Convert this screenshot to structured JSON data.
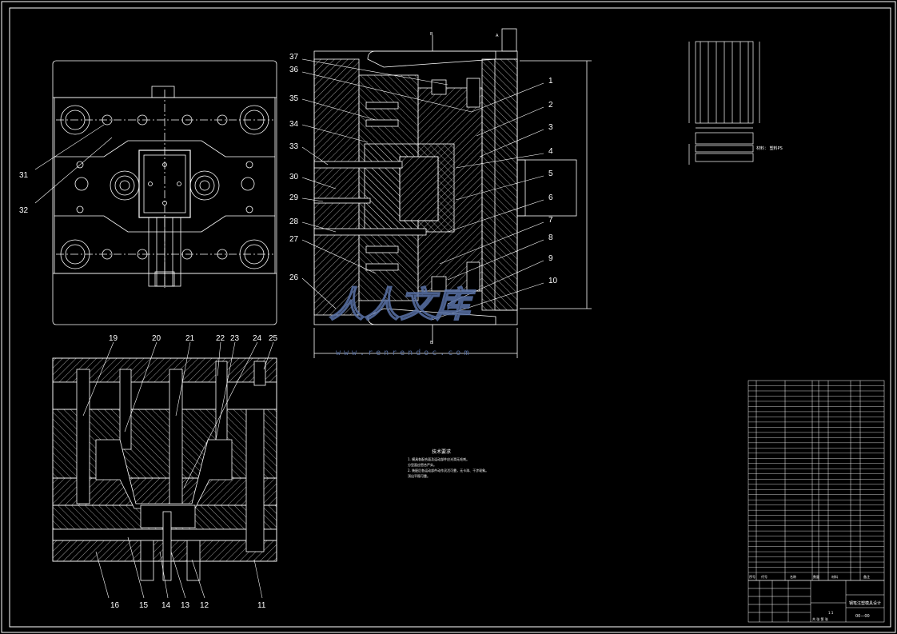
{
  "drawing": {
    "watermark": {
      "brand": "人人文库",
      "url": "www.renrendoc.com"
    },
    "section_marks": {
      "a_label": "A",
      "b_label": "B"
    },
    "callouts_right": [
      "1",
      "2",
      "3",
      "4",
      "5",
      "6",
      "7",
      "8",
      "9",
      "10"
    ],
    "callouts_left_section": [
      "37",
      "36",
      "35",
      "34",
      "33",
      "30",
      "29",
      "28",
      "27",
      "26"
    ],
    "callouts_bottom": [
      "19",
      "20",
      "21",
      "22",
      "23",
      "24",
      "25"
    ],
    "callouts_footer": [
      "16",
      "15",
      "14",
      "13",
      "12",
      "11"
    ],
    "callouts_plan": [
      "31",
      "32"
    ],
    "product_note": "材料： 塑料PS",
    "tech_requirements": {
      "title": "技术要求",
      "lines": [
        "1. 模具各配合面及运动部件应光滑无毛刺。",
        "   分型面应密合严实。",
        "2. 装配后各运动部件动作灵活可靠，无卡滞、干涉现象。",
        "   顶出平稳可靠。"
      ]
    },
    "title_block": {
      "drawing_title": "钢笔注塑模具设计",
      "drawing_no": "00—00",
      "scale": "1:1",
      "sheet": "共 张 第 张"
    },
    "bom_header": [
      "序号",
      "代号",
      "名称",
      "数量",
      "材料",
      "备注"
    ]
  }
}
